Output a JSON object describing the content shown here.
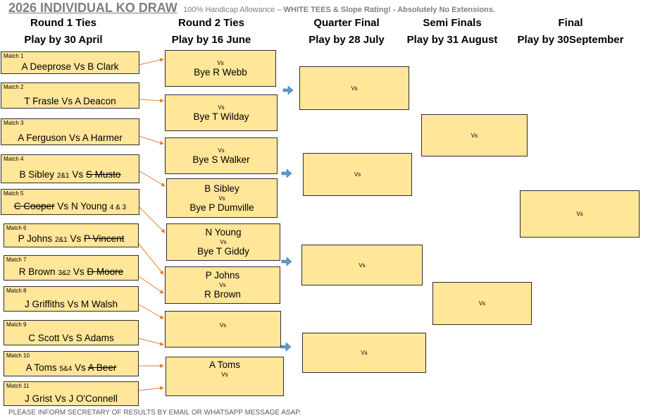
{
  "title": {
    "main": "2026 INDIVIDUAL KO DRAW",
    "handicap": "100% Handicap Allowance – ",
    "tees": "WHITE TEES & Slope Rating!",
    "extensions": " -  Absolutely No Extensions."
  },
  "headers": [
    {
      "round": "Round 1 Ties",
      "deadline": "Play by 30 April"
    },
    {
      "round": "Round 2 Ties",
      "deadline": "Play by 16 June"
    },
    {
      "round": "Quarter Final",
      "deadline": "Play by 28 July"
    },
    {
      "round": "Semi Finals",
      "deadline": "Play by 31 August"
    },
    {
      "round": "Final",
      "deadline": "Play by 30September"
    }
  ],
  "vs": "Vs",
  "round1": [
    {
      "num": "Match 1",
      "p1": "A Deeprose",
      "p1score": "",
      "p2": "B Clark"
    },
    {
      "num": "Match 2",
      "p1": "T Frasle",
      "p1score": "",
      "p2": "A Deacon"
    },
    {
      "num": "Match 3",
      "p1": "A Ferguson",
      "p1score": "",
      "p2": "A Harmer"
    },
    {
      "num": "Match 4",
      "p1": "B Sibley",
      "p1score": "2&1",
      "p2": "S Musto",
      "p2struck": true
    },
    {
      "num": "Match 5",
      "p1": "C Cooper",
      "p1struck": true,
      "p2": "N Young",
      "p2score": "4 & 3"
    },
    {
      "num": "Match 6",
      "p1": "P Johns",
      "p1score": "2&1",
      "p2": "P Vincent",
      "p2struck": true
    },
    {
      "num": "Match 7",
      "p1": "R Brown",
      "p1score": "3&2",
      "p2": "D Moore",
      "p2struck": true
    },
    {
      "num": "Match 8",
      "p1": "J Griffiths",
      "p1score": "",
      "p2": "M Walsh"
    },
    {
      "num": "Match 9",
      "p1": "C Scott",
      "p1score": "",
      "p2": "S Adams"
    },
    {
      "num": "Match 10",
      "p1": "A Toms",
      "p1score": "5&4",
      "p2": "A Beer",
      "p2struck": true
    },
    {
      "num": "Match 11",
      "p1": "J Grist",
      "p1score": "",
      "p2": "J O'Connell"
    }
  ],
  "round2": [
    {
      "top": "",
      "bottom": "Bye R Webb"
    },
    {
      "top": "",
      "bottom": "Bye T Wilday"
    },
    {
      "top": "",
      "bottom": "Bye S Walker"
    },
    {
      "top": "B Sibley",
      "bottom": "Bye P Dumville"
    },
    {
      "top": "N Young",
      "bottom": "Bye T Giddy"
    },
    {
      "top": "P Johns",
      "bottom": "R Brown"
    },
    {
      "top": "",
      "bottom": ""
    },
    {
      "top": "A Toms",
      "bottom": ""
    }
  ],
  "footer": "PLEASE INFORM SECRETARY OF RESULTS BY EMAIL OR WHATSAPP MESSAGE ASAP.",
  "colors": {
    "box_fill": "#ffe699",
    "arrow_orange": "#ed7d31",
    "arrow_blue": "#5b9bd5",
    "title_grey": "#7f7f7f"
  }
}
